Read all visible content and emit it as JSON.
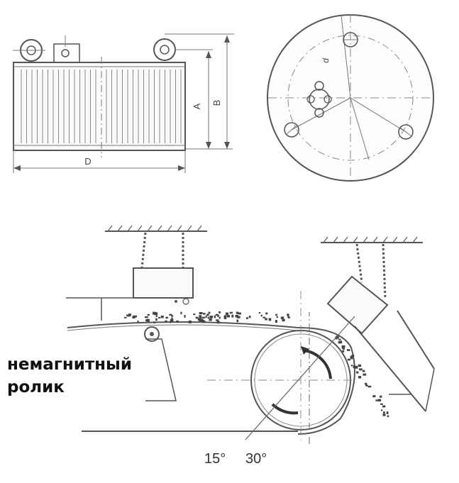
{
  "front_view": {
    "dim_a": "A",
    "dim_b": "B",
    "dim_d": "D"
  },
  "round_view": {
    "dim_d_small": "d"
  },
  "install_diagram": {
    "roller_label_line1": "немагнитный",
    "roller_label_line2": "ролик",
    "angle_1": "15°",
    "angle_2": "30°"
  }
}
